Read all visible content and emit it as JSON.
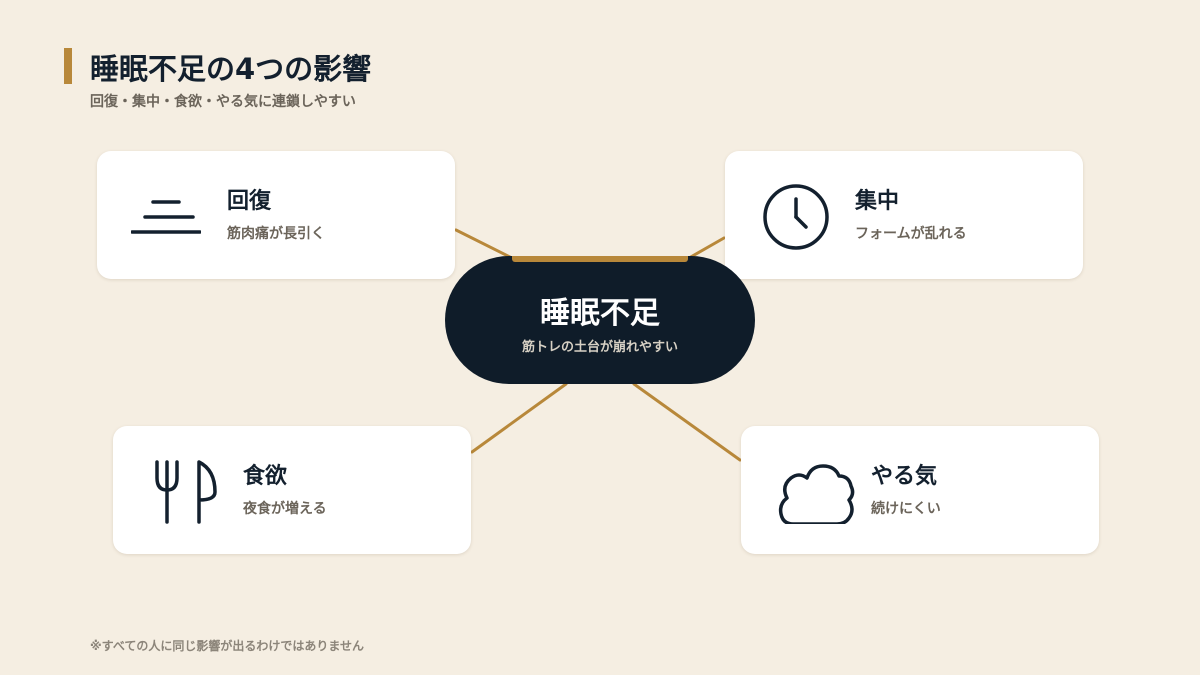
{
  "header": {
    "title": "睡眠不足の4つの影響",
    "subtitle": "回復・集中・食欲・やる気に連鎖しやすい"
  },
  "hub": {
    "title": "睡眠不足",
    "subtitle": "筋トレの土台が崩れやすい"
  },
  "cards": [
    {
      "title": "回復",
      "desc": "筋肉痛が長引く",
      "icon": "bed-lines-icon"
    },
    {
      "title": "集中",
      "desc": "フォームが乱れる",
      "icon": "clock-icon"
    },
    {
      "title": "食欲",
      "desc": "夜食が増える",
      "icon": "fork-knife-icon"
    },
    {
      "title": "やる気",
      "desc": "続けにくい",
      "icon": "cloud-icon"
    }
  ],
  "footnote": "※すべての人に同じ影響が出るわけではありません",
  "colors": {
    "background": "#f5eee2",
    "accent": "#b8883a",
    "navy": "#0f1c29",
    "text_muted": "#6b645a"
  }
}
